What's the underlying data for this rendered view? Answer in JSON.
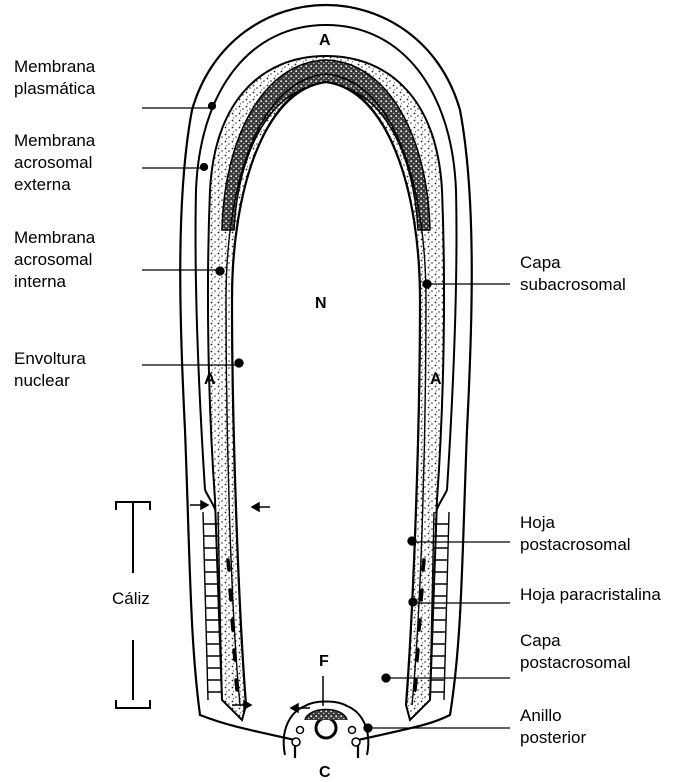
{
  "labels": {
    "plasma_membrane": "Membrana\nplasmática",
    "outer_acrosomal_membrane": "Membrana\nacrosomal\nexterna",
    "inner_acrosomal_membrane": "Membrana\nacrosomal\ninterna",
    "nuclear_envelope": "Envoltura\nnuclear",
    "subacrosomal_layer": "Capa\nsubacrosomal",
    "postacrosomal_sheath": "Hoja\npostacrosomal",
    "paracrystalline_sheath": "Hoja paracristalina",
    "postacrosomal_layer": "Capa\npostacrosomal",
    "posterior_ring": "Anillo\nposterior",
    "calyx": "Cáliz"
  },
  "letters": {
    "acrosome_top": "A",
    "nucleus": "N",
    "acrosome_left": "A",
    "acrosome_right": "A",
    "f": "F",
    "c": "C"
  }
}
